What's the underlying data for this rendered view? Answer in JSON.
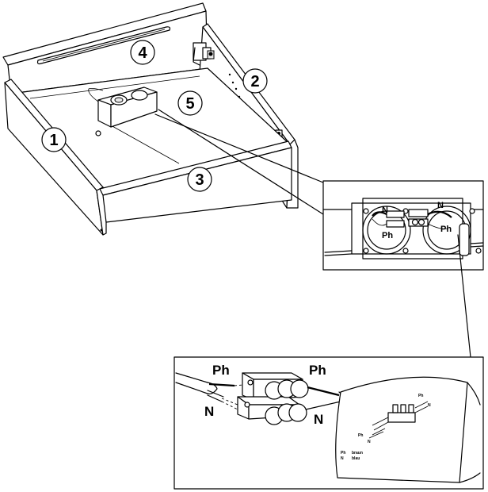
{
  "callouts": [
    {
      "id": "1",
      "label": "1"
    },
    {
      "id": "2",
      "label": "2"
    },
    {
      "id": "3",
      "label": "3"
    },
    {
      "id": "4",
      "label": "4"
    },
    {
      "id": "5",
      "label": "5"
    }
  ],
  "detail_top": {
    "label_n_left": "N",
    "label_n_right": "N",
    "label_ph_left": "Ph",
    "label_ph_right": "Ph"
  },
  "detail_bottom": {
    "label_ph_left": "Ph",
    "label_ph_right": "Ph",
    "label_n_left": "N",
    "label_n_right": "N",
    "sheet": {
      "ph_top": "Ph",
      "n_right": "N",
      "ph_small": "Ph",
      "n_small": "N",
      "legend_ph": "Ph",
      "legend_ph_word": "braun",
      "legend_n": "N",
      "legend_n_word": "blau"
    }
  }
}
